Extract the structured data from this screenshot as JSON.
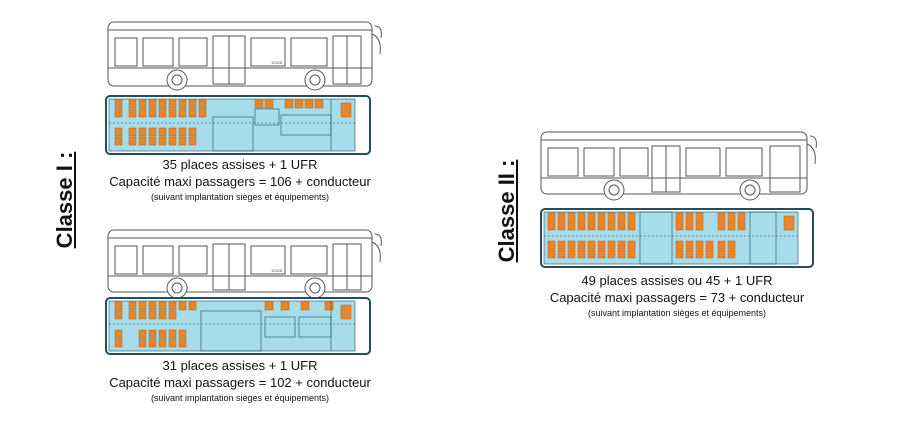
{
  "classe1": {
    "label": "Classe I :",
    "bus1": {
      "side_code": "15328",
      "caption": {
        "seats": "35 places assises + 1 UFR",
        "capacity": "Capacité maxi passagers = 106 + conducteur",
        "note": "(suivant implantation sièges et  équipements)"
      }
    },
    "bus2": {
      "side_code": "15328",
      "caption": {
        "seats": "31 places  assises + 1 UFR",
        "capacity": "Capacité maxi passagers = 102 + conducteur",
        "note": "(suivant implantation sièges et  équipements)"
      }
    }
  },
  "classe2": {
    "label": "Classe II :",
    "bus": {
      "caption": {
        "seats": "49 places assises ou 45 + 1 UFR",
        "capacity": "Capacité maxi passagers = 73 + conducteur",
        "note": "(suivant implantation sièges et  équipements)"
      }
    }
  },
  "colors": {
    "seat": "#e8862a",
    "seat_dark": "#b85e10",
    "floor": "#a7dcea",
    "outline": "#1f4f5f",
    "body": "#555555"
  }
}
